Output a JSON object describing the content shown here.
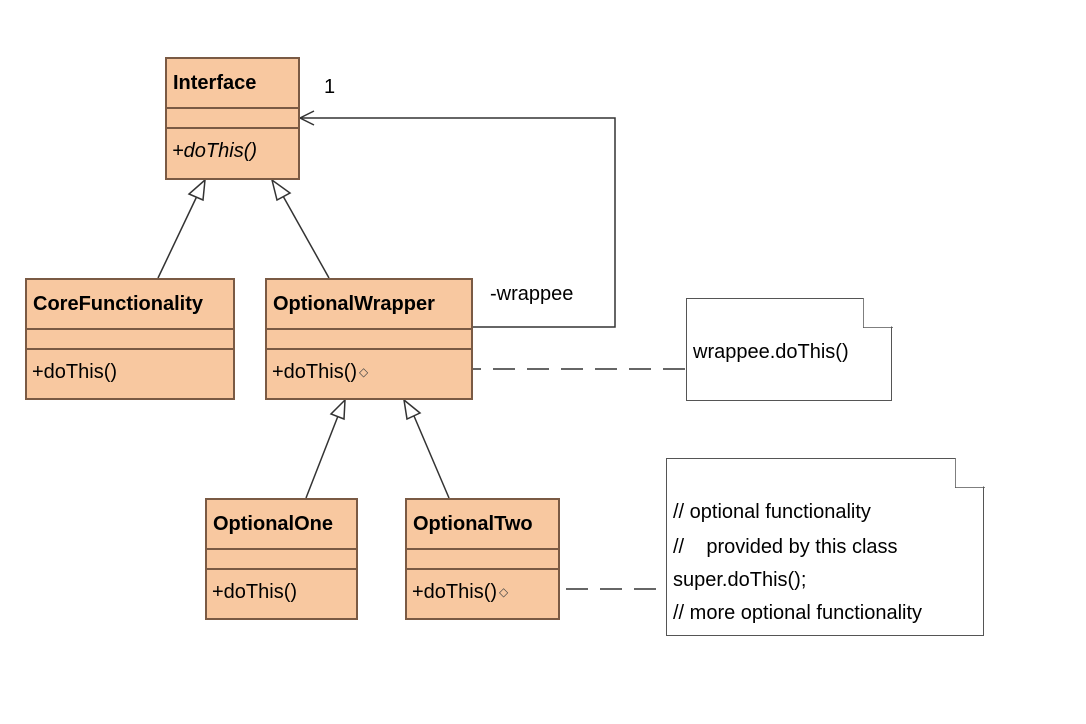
{
  "classes": {
    "interface": {
      "name": "Interface",
      "op": "+doThis()"
    },
    "core": {
      "name": "CoreFunctionality",
      "op": "+doThis()"
    },
    "wrapper": {
      "name": "OptionalWrapper",
      "op": "+doThis()"
    },
    "one": {
      "name": "OptionalOne",
      "op": "+doThis()"
    },
    "two": {
      "name": "OptionalTwo",
      "op": "+doThis()"
    }
  },
  "labels": {
    "multiplicity": "1",
    "role": "-wrappee"
  },
  "notes": {
    "wrapper_note": "wrappee.doThis()",
    "two_note": [
      "// optional functionality",
      "//    provided by this class",
      "super.doThis();",
      "// more optional functionality"
    ]
  },
  "icons": {
    "note_marker": "diamond-icon"
  },
  "colors": {
    "class_fill": "#f8c8a0",
    "class_border": "#7a5a44"
  }
}
